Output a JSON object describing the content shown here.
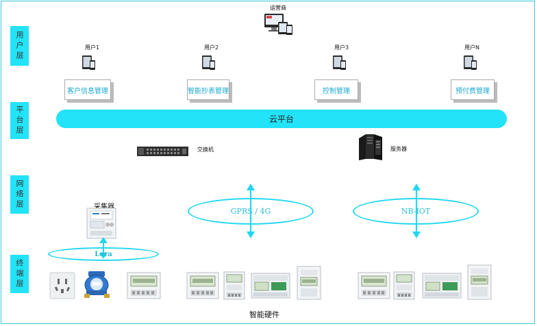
{
  "layers": [
    "用户层",
    "平台层",
    "网络层",
    "终端层"
  ],
  "operator_label": "运营商",
  "users": [
    "用户1",
    "用户2",
    "用户3",
    "用户N"
  ],
  "management": [
    "客户信息管理",
    "智能抄表管理",
    "控制管理",
    "预付费管理"
  ],
  "cloud_label": "云平台",
  "switch_label": "交换机",
  "server_label": "服务器",
  "collector_label": "采集器",
  "networks": [
    "GPRS / 4G",
    "NB-IOT"
  ],
  "lora_label": "Lora",
  "footer_label": "智能硬件",
  "colors": {
    "accent": "#22e3f7",
    "border": "#34c6d8",
    "mgmt_text": "#19a9d2",
    "ellipse": "#22d7f0",
    "arrow": "#22d7f0"
  },
  "icons": [
    "tablet-phone-icon",
    "switch-icon",
    "server-icon",
    "collector-icon",
    "wall-socket-icon",
    "water-meter-icon",
    "electric-meter-icon",
    "arrow-icon"
  ]
}
